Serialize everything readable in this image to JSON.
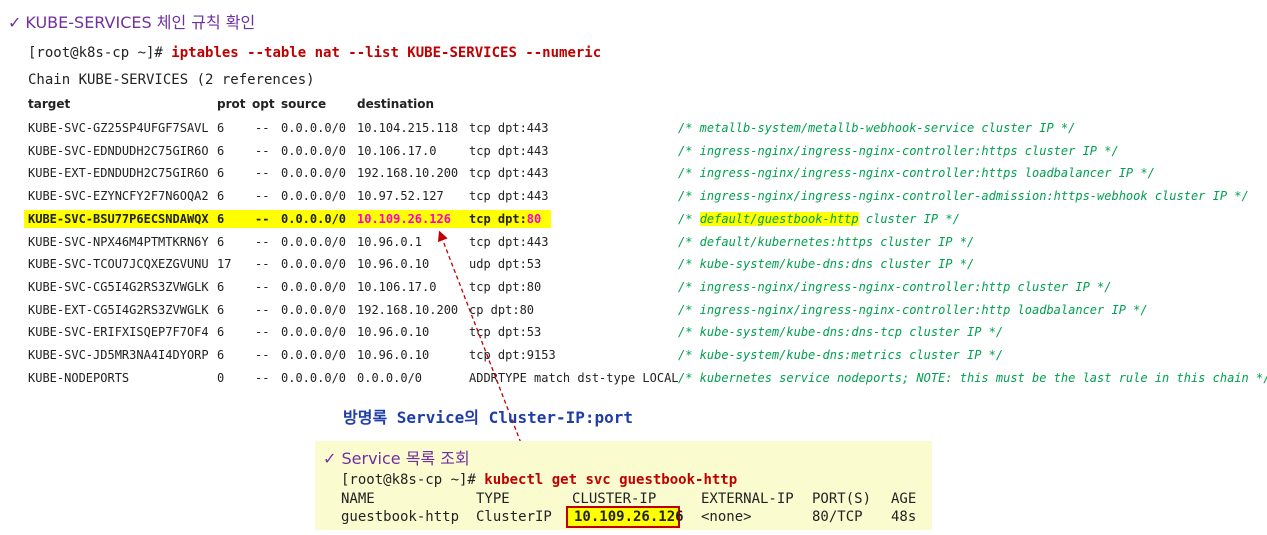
{
  "heading": {
    "check": "✓",
    "text": "KUBE-SERVICES 체인 규칙 확인"
  },
  "command": {
    "prompt": "[root@k8s-cp ~]#",
    "cmd": "iptables --table nat --list KUBE-SERVICES --numeric"
  },
  "chain_line": "Chain KUBE-SERVICES (2 references)",
  "columns": {
    "target": "target",
    "prot": "prot",
    "opt": "opt",
    "source": "source",
    "destination": "destination"
  },
  "rows": [
    {
      "target": "KUBE-SVC-GZ25SP4UFGF7SAVL",
      "prot": "6",
      "opt": "--",
      "source": "0.0.0.0/0",
      "destination": "10.104.215.118",
      "extra": "tcp dpt:443",
      "comment": "/* metallb-system/metallb-webhook-service cluster IP */"
    },
    {
      "target": "KUBE-SVC-EDNDUDH2C75GIR6O",
      "prot": "6",
      "opt": "--",
      "source": "0.0.0.0/0",
      "destination": "10.106.17.0",
      "extra": "tcp dpt:443",
      "comment": "/* ingress-nginx/ingress-nginx-controller:https cluster IP */"
    },
    {
      "target": "KUBE-EXT-EDNDUDH2C75GIR6O",
      "prot": "6",
      "opt": "--",
      "source": "0.0.0.0/0",
      "destination": "192.168.10.200",
      "extra": "tcp dpt:443",
      "comment": "/* ingress-nginx/ingress-nginx-controller:https loadbalancer IP */"
    },
    {
      "target": "KUBE-SVC-EZYNCFY2F7N6OQA2",
      "prot": "6",
      "opt": "--",
      "source": "0.0.0.0/0",
      "destination": "10.97.52.127",
      "extra": "tcp dpt:443",
      "comment": "/* ingress-nginx/ingress-nginx-controller-admission:https-webhook cluster IP */"
    },
    {
      "target": "KUBE-SVC-BSU77P6ECSNDAWQX",
      "prot": "6",
      "opt": "--",
      "source": "0.0.0.0/0",
      "destination": "10.109.26.126",
      "extra_proto": "tcp dpt:",
      "extra_port": "80",
      "comment_open": "/*",
      "comment_hl": "default/guestbook-http",
      "comment_rest": "cluster IP */"
    },
    {
      "target": "KUBE-SVC-NPX46M4PTMTKRN6Y",
      "prot": "6",
      "opt": "--",
      "source": "0.0.0.0/0",
      "destination": "10.96.0.1",
      "extra": "tcp dpt:443",
      "comment": "/* default/kubernetes:https cluster IP */"
    },
    {
      "target": "KUBE-SVC-TCOU7JCQXEZGVUNU",
      "prot": "17",
      "opt": "--",
      "source": "0.0.0.0/0",
      "destination": "10.96.0.10",
      "extra": "udp dpt:53",
      "comment": "/* kube-system/kube-dns:dns cluster IP */"
    },
    {
      "target": "KUBE-SVC-CG5I4G2RS3ZVWGLK",
      "prot": "6",
      "opt": "--",
      "source": "0.0.0.0/0",
      "destination": "10.106.17.0",
      "extra": "tcp dpt:80",
      "comment": "/* ingress-nginx/ingress-nginx-controller:http cluster IP */"
    },
    {
      "target": "KUBE-EXT-CG5I4G2RS3ZVWGLK",
      "prot": "6",
      "opt": "--",
      "source": "0.0.0.0/0",
      "destination": "192.168.10.200",
      "extra": "cp dpt:80",
      "comment": "/* ingress-nginx/ingress-nginx-controller:http loadbalancer IP */"
    },
    {
      "target": "KUBE-SVC-ERIFXISQEP7F7OF4",
      "prot": "6",
      "opt": "--",
      "source": "0.0.0.0/0",
      "destination": "10.96.0.10",
      "extra": "tcp dpt:53",
      "comment": "/* kube-system/kube-dns:dns-tcp cluster IP */"
    },
    {
      "target": "KUBE-SVC-JD5MR3NA4I4DYORP",
      "prot": "6",
      "opt": "--",
      "source": "0.0.0.0/0",
      "destination": "10.96.0.10",
      "extra": "tcp dpt:9153",
      "comment": "/* kube-system/kube-dns:metrics cluster IP */"
    },
    {
      "target": "KUBE-NODEPORTS",
      "prot": "0",
      "opt": "--",
      "source": "0.0.0.0/0",
      "destination": "0.0.0.0/0",
      "extra": "ADDRTYPE match dst-type LOCAL",
      "comment": "/* kubernetes service nodeports; NOTE: this must be the last rule in this chain */"
    }
  ],
  "port_label": "방명록 Service의 Cluster-IP:port",
  "svc_box": {
    "title_check": "✓",
    "title": "Service 목록 조회",
    "prompt": "[root@k8s-cp ~]#",
    "cmd": "kubectl get svc guestbook-http",
    "headers": {
      "name": "NAME",
      "type": "TYPE",
      "cluster_ip": "CLUSTER-IP",
      "external_ip": "EXTERNAL-IP",
      "ports": "PORT(S)",
      "age": "AGE"
    },
    "row": {
      "name": "guestbook-http",
      "type": "ClusterIP",
      "cluster_ip": "10.109.26.126",
      "external_ip": "<none>",
      "ports": "80/TCP",
      "age": "48s"
    }
  },
  "colors": {
    "heading": "#7030a0",
    "command": "#c00000",
    "comment": "#00a050",
    "highlight": "#ffff00",
    "port_pink": "#ff00cc",
    "label_blue": "#1f3da8",
    "box_bg": "#fbfbd0",
    "arrow": "#c00000"
  }
}
